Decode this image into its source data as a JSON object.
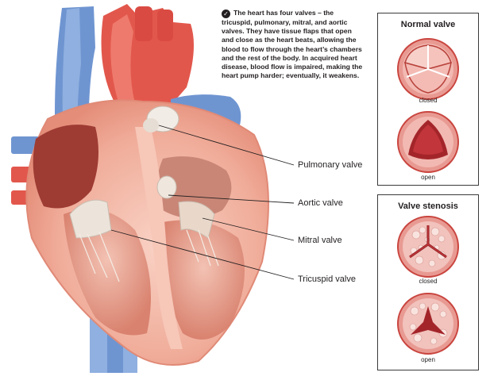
{
  "intro_text": "The heart has four valves – the tricuspid, pulmonary, mitral, and aortic valves. They have  tissue flaps that open and close as the heart beats, allowing the blood to flow through the heart’s chambers and the rest of the body. In acquired heart disease, blood flow is impaired, making the heart pump harder; eventually, it weakens.",
  "labels": {
    "pulmonary": "Pulmonary valve",
    "aortic": "Aortic valve",
    "mitral": "Mitral valve",
    "tricuspid": "Tricuspid valve"
  },
  "normal_panel": {
    "title": "Normal valve",
    "closed_caption": "closed",
    "open_caption": "open"
  },
  "stenosis_panel": {
    "title": "Valve stenosis",
    "closed_caption": "closed",
    "open_caption": "open"
  },
  "colors": {
    "heart_outer": "#f2b6a6",
    "heart_inner": "#e89a88",
    "chamber_dark": "#9e3b33",
    "artery_red": "#e2574c",
    "vein_blue": "#6f95d1",
    "valve_ring": "#d9534f",
    "leaflet": "#f7c5bf"
  }
}
